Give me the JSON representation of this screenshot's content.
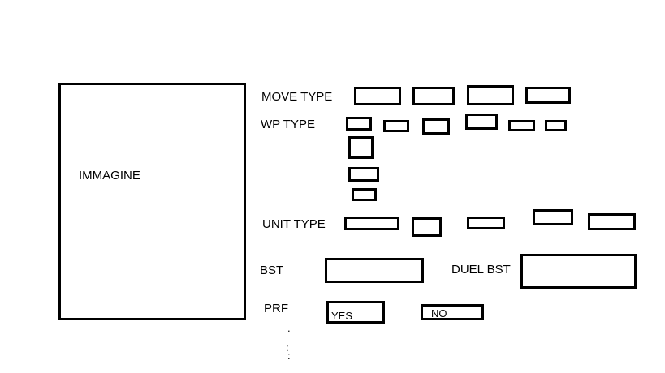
{
  "image_panel": {
    "label": "IMMAGINE"
  },
  "fields": {
    "move_type": {
      "label": "MOVE TYPE"
    },
    "wp_type": {
      "label": "WP TYPE"
    },
    "unit_type": {
      "label": "UNIT TYPE"
    },
    "bst": {
      "label": "BST"
    },
    "duel_bst": {
      "label": "DUEL BST"
    },
    "prf": {
      "label": "PRF",
      "yes_label": "YES",
      "no_label": "NO"
    }
  },
  "continuation": {
    "line_1": ".",
    "line_2": ":",
    "line_3": ":"
  }
}
